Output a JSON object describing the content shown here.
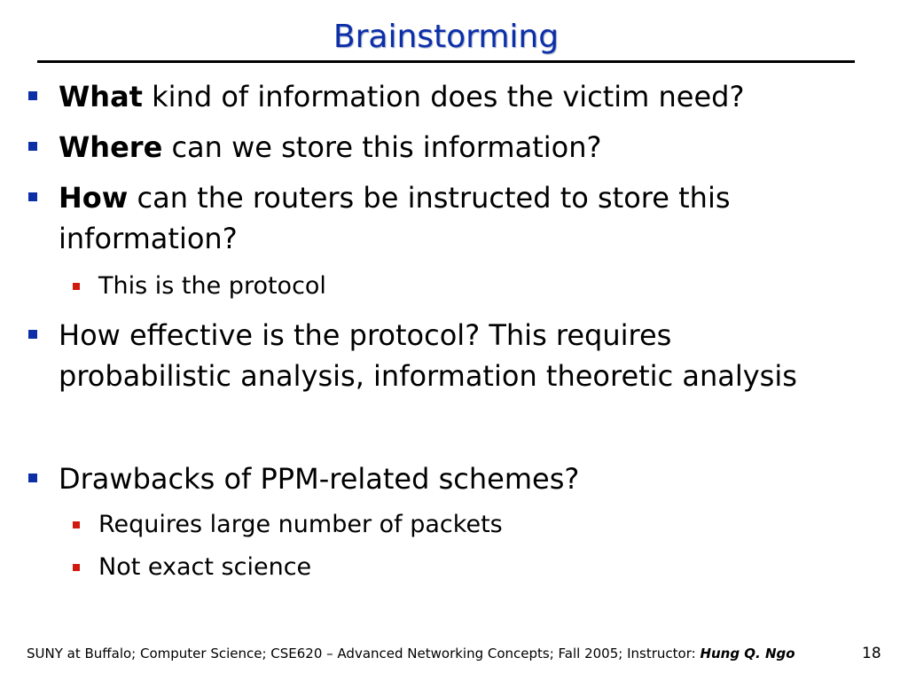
{
  "slide": {
    "title": "Brainstorming",
    "bullets": [
      {
        "bold": "What",
        "rest": " kind of information does the victim need?"
      },
      {
        "bold": "Where",
        "rest": " can we store this information?"
      },
      {
        "bold": "How",
        "rest": " can the routers be instructed to store this",
        "rest_line2": "information?"
      },
      {
        "text": "How effective is the protocol? This requires",
        "text_line2": "probabilistic analysis, information theoretic analysis"
      },
      {
        "text": "Drawbacks of PPM-related schemes?"
      }
    ],
    "sub_bullets": [
      "This is the protocol",
      "Requires large number of packets",
      "Not exact science"
    ],
    "bullet_colors": {
      "level1": "#0c2fa8",
      "level2": "#d11a0f"
    },
    "title_color": "#0c2fa8"
  },
  "footer": {
    "text": "SUNY at Buffalo; Computer Science; CSE620 – Advanced Networking Concepts; Fall 2005; Instructor: ",
    "instructor": "Hung Q. Ngo",
    "page_number": "18"
  }
}
